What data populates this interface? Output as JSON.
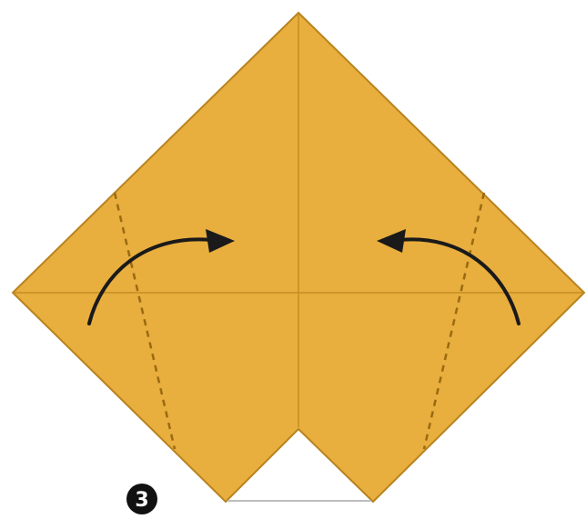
{
  "diagram": {
    "step_number": "3",
    "colors": {
      "paper_fill": "#E8AE3E",
      "paper_edge": "#B8831E",
      "crease": "#C48E22",
      "fold_line": "#9A6A10",
      "arrow": "#1A1A1A",
      "background": "#FFFFFF"
    },
    "arrows": [
      {
        "name": "left-fold-arrow",
        "direction": "right"
      },
      {
        "name": "right-fold-arrow",
        "direction": "left"
      }
    ],
    "fold_lines": [
      {
        "name": "left-valley-fold",
        "style": "dashed"
      },
      {
        "name": "right-valley-fold",
        "style": "dashed"
      }
    ]
  }
}
